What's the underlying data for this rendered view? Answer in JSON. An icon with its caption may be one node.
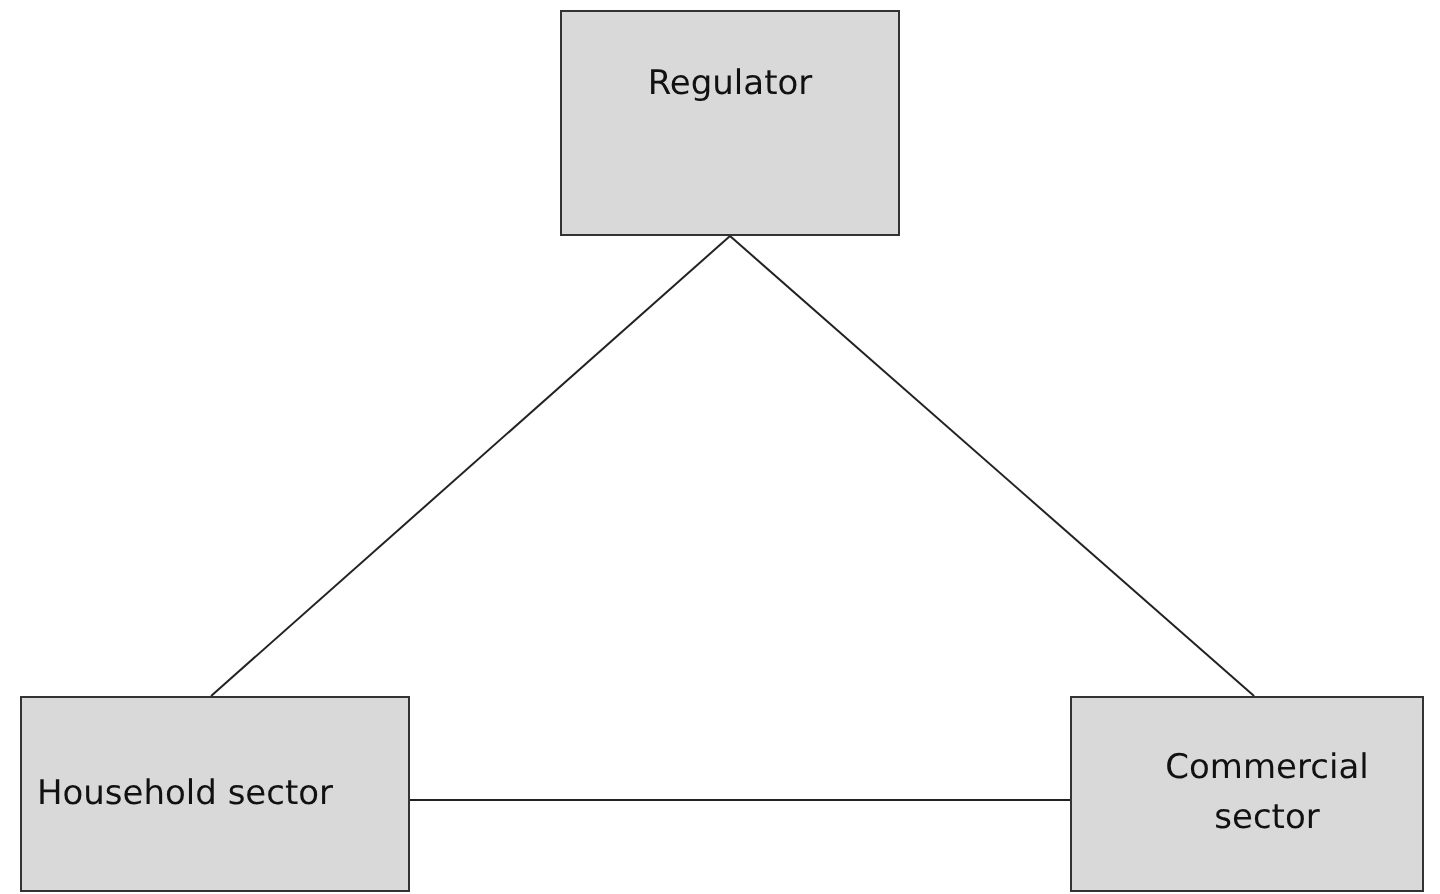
{
  "diagram": {
    "nodes": [
      {
        "text": [
          "Regulator"
        ]
      },
      {
        "text": [
          "Household sector"
        ]
      },
      {
        "text": [
          "Commercial sector"
        ]
      }
    ],
    "edges": [
      {
        "from": 0,
        "to": 1,
        "arrow": "none"
      },
      {
        "from": 0,
        "to": 2,
        "arrow": "none"
      },
      {
        "from": 1,
        "to": 2,
        "arrow": "none"
      }
    ]
  }
}
